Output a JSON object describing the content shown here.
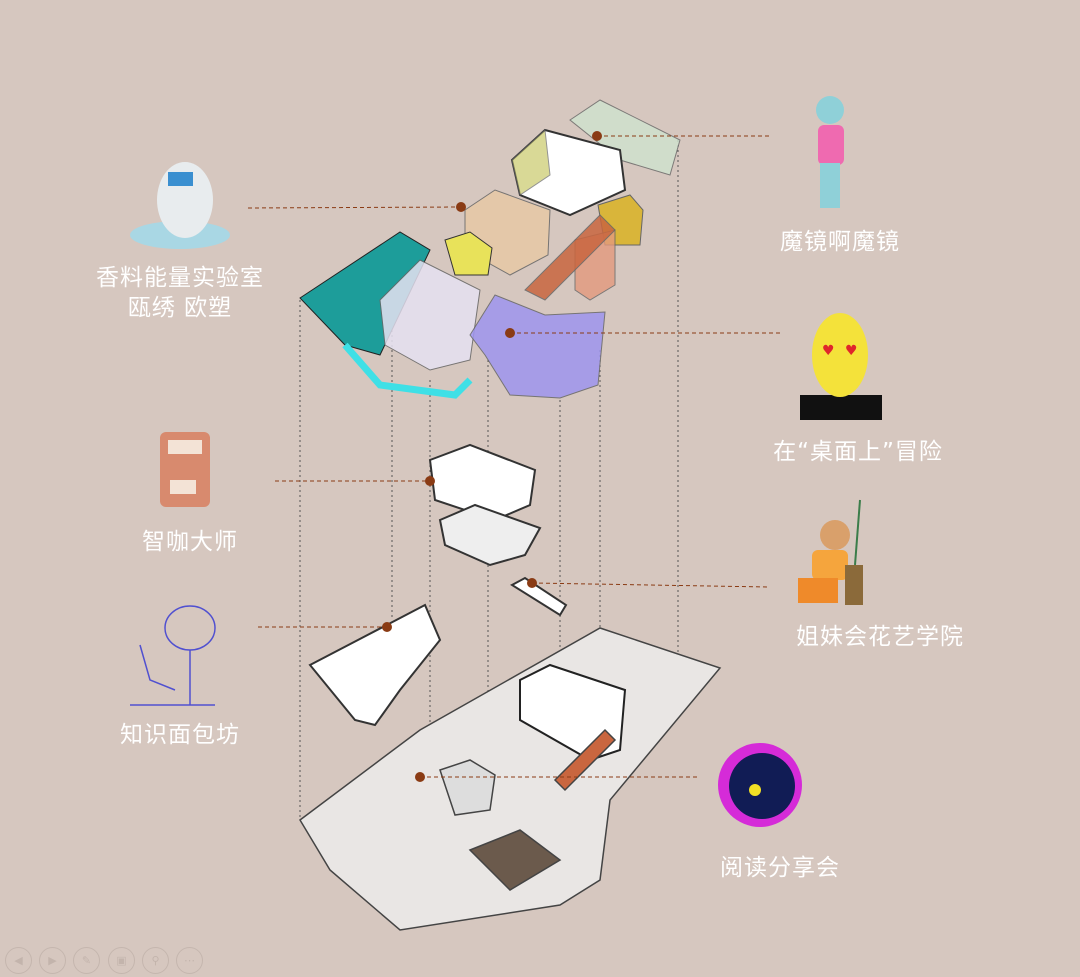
{
  "labels": {
    "spice_lab": "香料能量实验室",
    "spice_lab_sub": "瓯绣  欧塑",
    "magic_mirror": "魔镜啊魔镜",
    "desktop_adventure": "在“桌面上”冒险",
    "coffee_master": "智咖大师",
    "sisterhood_floral": "姐妹会花艺学院",
    "knowledge_bakery": "知识面包坊",
    "reading_share": "阅读分享会"
  },
  "colors": {
    "background": "#d6c7bf",
    "leader": "#8a3b14",
    "label": "#ffffff"
  },
  "controls": [
    "prev-icon",
    "next-icon",
    "pen-icon",
    "slides-icon",
    "zoom-icon",
    "more-icon"
  ]
}
